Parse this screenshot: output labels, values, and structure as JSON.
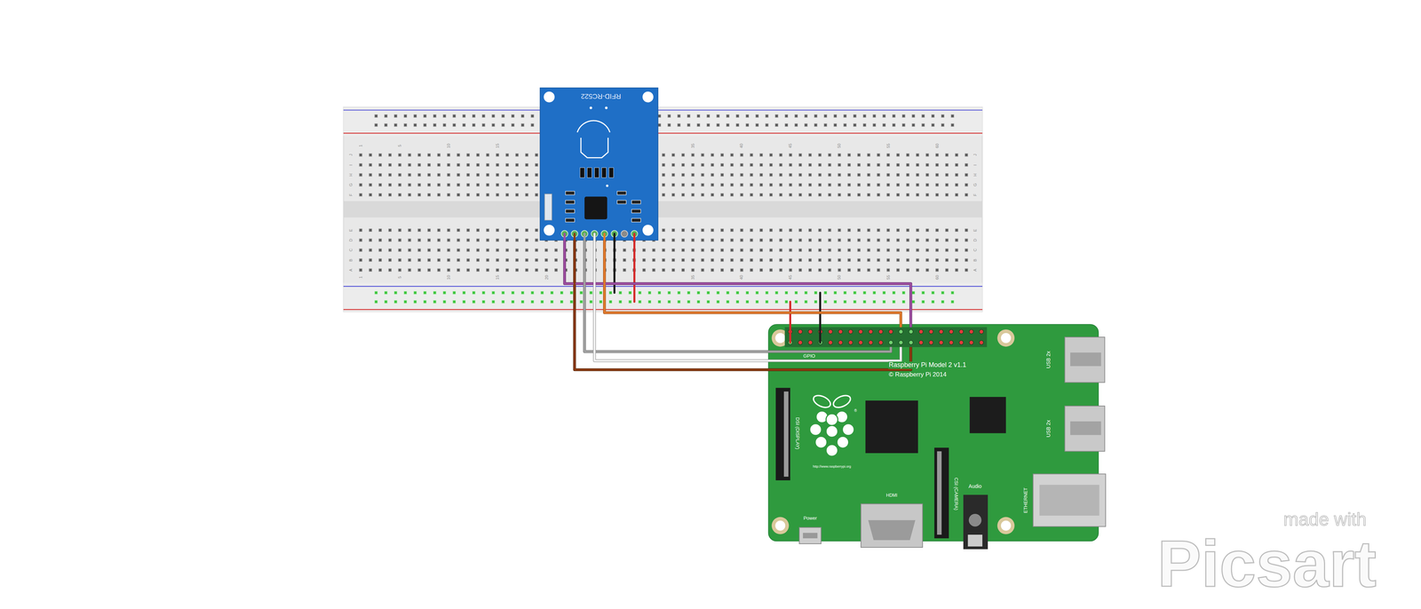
{
  "diagram": {
    "nodes": [
      {
        "text": [
          "RFID-RC522"
        ]
      },
      {
        "text": [
          "Raspberry Pi Model 2 v1.1",
          "© Raspberry Pi 2014"
        ]
      },
      {
        "text": [
          "GPIO"
        ],
        "in": 1
      }
    ],
    "edges": [
      {
        "from": 0,
        "to": 2,
        "arrow": "none"
      },
      {
        "from": 0,
        "to": 2,
        "arrow": "none"
      },
      {
        "from": 0,
        "to": 2,
        "arrow": "none"
      },
      {
        "from": 0,
        "to": 2,
        "arrow": "none"
      },
      {
        "from": 0,
        "to": 2,
        "arrow": "none"
      }
    ],
    "labels": [
      "1",
      "5",
      "10",
      "15",
      "35",
      "40",
      "45",
      "50",
      "55",
      "60",
      "J",
      "I",
      "H",
      "G",
      "F",
      "E",
      "D",
      "C",
      "B",
      "A",
      "J",
      "I",
      "H",
      "G",
      "F",
      "E",
      "D",
      "C",
      "B",
      "A",
      "1",
      "5",
      "10",
      "15",
      "20",
      "35",
      "40",
      "45",
      "50",
      "55",
      "60",
      "DSI (DISPLAY)",
      "http://www.raspberrypi.org",
      "®",
      "USB 2x",
      "USB 2x",
      "ETHERNET",
      "HDMI",
      "Audio",
      "CSI (CAMERA)",
      "Power",
      "made with",
      "Picsart"
    ]
  }
}
